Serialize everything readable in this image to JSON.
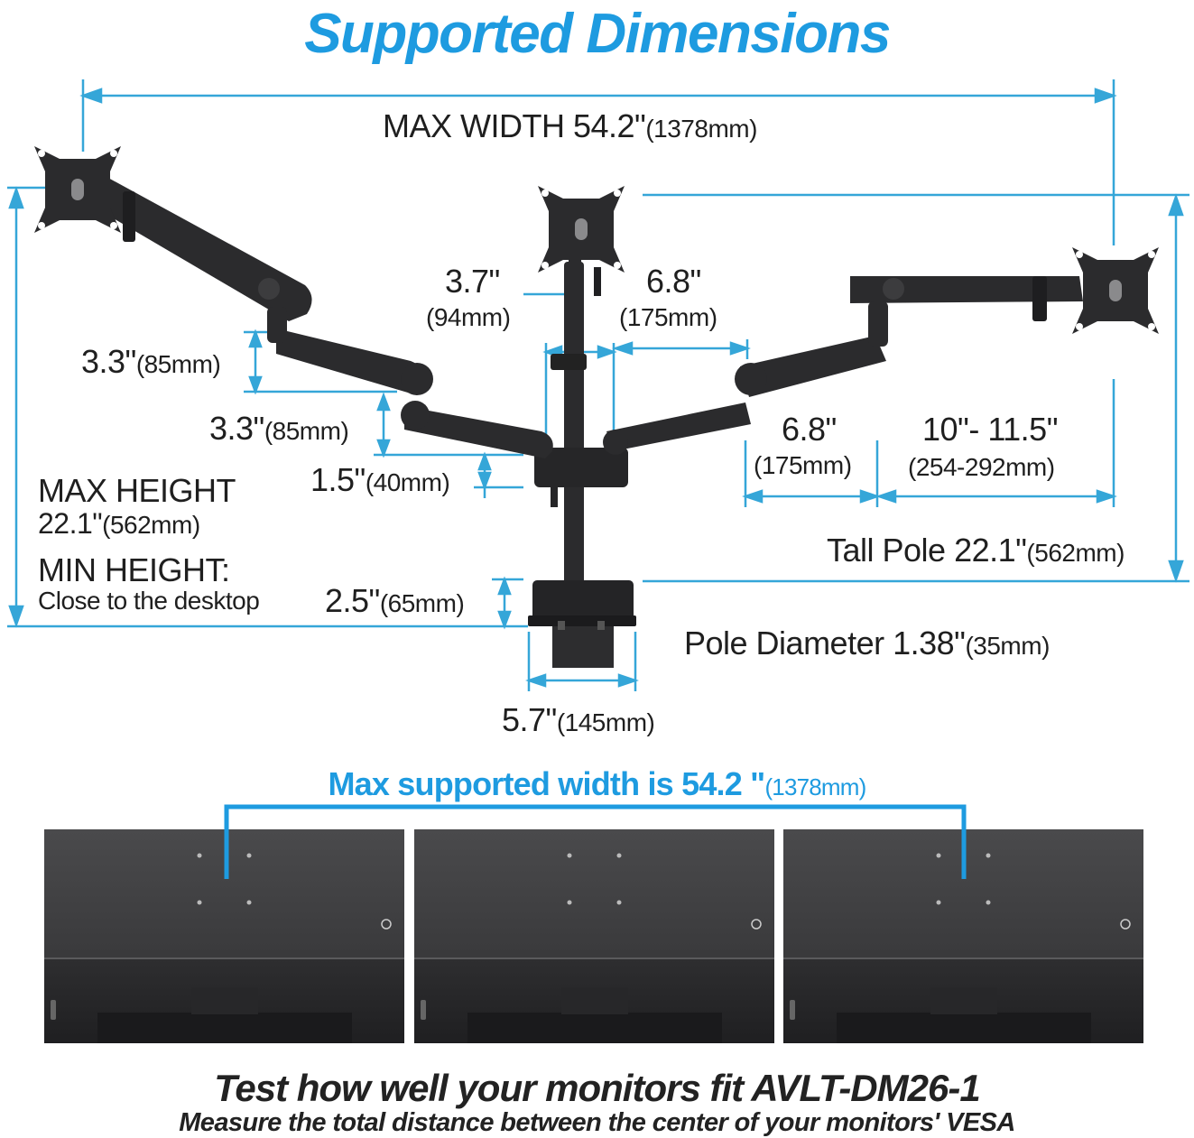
{
  "title": "Supported Dimensions",
  "max_width": {
    "label": "MAX WIDTH 54.2\"",
    "unit": "(1378mm)"
  },
  "dims": {
    "center_offset": {
      "value": "3.7\"",
      "unit": "(94mm)"
    },
    "center_arm": {
      "value": "6.8\"",
      "unit": "(175mm)"
    },
    "left_top_drop": {
      "value": "3.3\"",
      "unit": "(85mm)"
    },
    "left_mid_drop": {
      "value": "3.3\"",
      "unit": "(85mm)"
    },
    "collar_gap": {
      "value": "1.5\"",
      "unit": "(40mm)"
    },
    "right_arm": {
      "value": "6.8\"",
      "unit": "(175mm)"
    },
    "right_ext": {
      "value": "10\"- 11.5\"",
      "unit": "(254-292mm)"
    },
    "tall_pole": {
      "value": "Tall Pole 22.1\"",
      "unit": "(562mm)"
    },
    "clamp_height": {
      "value": "2.5\"",
      "unit": "(65mm)"
    },
    "pole_diameter": {
      "value": "Pole Diameter 1.38\"",
      "unit": "(35mm)"
    },
    "clamp_width": {
      "value": "5.7\"",
      "unit": "(145mm)"
    }
  },
  "max_height": {
    "label": "MAX HEIGHT",
    "value": "22.1\"",
    "unit": "(562mm)"
  },
  "min_height": {
    "label": "MIN HEIGHT:",
    "note": "Close to the desktop"
  },
  "supported_width": {
    "text": "Max supported width is 54.2 \"",
    "unit": "(1378mm)"
  },
  "footer": {
    "headline": "Test how well your monitors fit AVLT-DM26-1",
    "sub": "Measure the total distance between the center of your monitors' VESA"
  },
  "colors": {
    "accent": "#1e9be0",
    "dim_line": "#35a6d8",
    "mount": "#2b2b2d",
    "monitor": "#3a3a3c"
  },
  "icons": [
    "vesa-plate-icon",
    "mount-arm-icon",
    "monitor-back-icon"
  ]
}
